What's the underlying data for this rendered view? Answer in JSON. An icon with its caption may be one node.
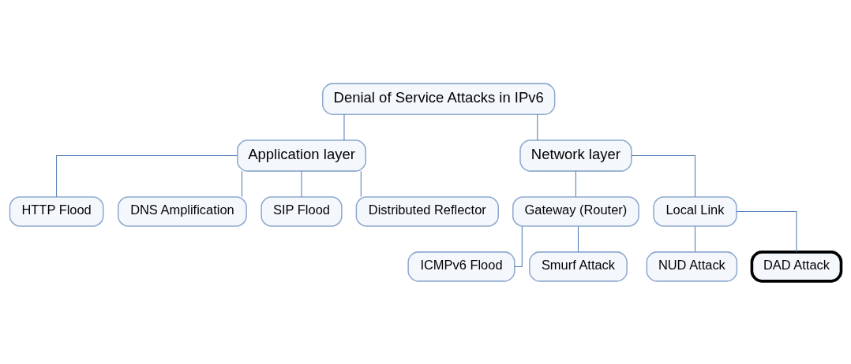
{
  "diagram": {
    "nodes": [
      {
        "text": [
          "Denial of Service Attacks in IPv6"
        ]
      },
      {
        "text": [
          "Application layer"
        ]
      },
      {
        "text": [
          "Network layer"
        ]
      },
      {
        "text": [
          "HTTP Flood"
        ]
      },
      {
        "text": [
          "DNS Amplification"
        ]
      },
      {
        "text": [
          "SIP Flood"
        ]
      },
      {
        "text": [
          "Distributed Reflector"
        ]
      },
      {
        "text": [
          "Gateway (Router)"
        ]
      },
      {
        "text": [
          "Local Link"
        ]
      },
      {
        "text": [
          "ICMPv6 Flood"
        ]
      },
      {
        "text": [
          "Smurf Attack"
        ]
      },
      {
        "text": [
          "NUD Attack"
        ]
      },
      {
        "text": [
          "DAD Attack"
        ]
      }
    ],
    "edges": [
      {
        "from": 0,
        "to": 1,
        "arrow": "none"
      },
      {
        "from": 0,
        "to": 2,
        "arrow": "none"
      },
      {
        "from": 1,
        "to": 3,
        "arrow": "none"
      },
      {
        "from": 1,
        "to": 4,
        "arrow": "none"
      },
      {
        "from": 1,
        "to": 5,
        "arrow": "none"
      },
      {
        "from": 1,
        "to": 6,
        "arrow": "none"
      },
      {
        "from": 2,
        "to": 7,
        "arrow": "none"
      },
      {
        "from": 2,
        "to": 8,
        "arrow": "none"
      },
      {
        "from": 7,
        "to": 9,
        "arrow": "none"
      },
      {
        "from": 7,
        "to": 10,
        "arrow": "none"
      },
      {
        "from": 8,
        "to": 11,
        "arrow": "none"
      },
      {
        "from": 8,
        "to": 12,
        "arrow": "none"
      }
    ]
  }
}
